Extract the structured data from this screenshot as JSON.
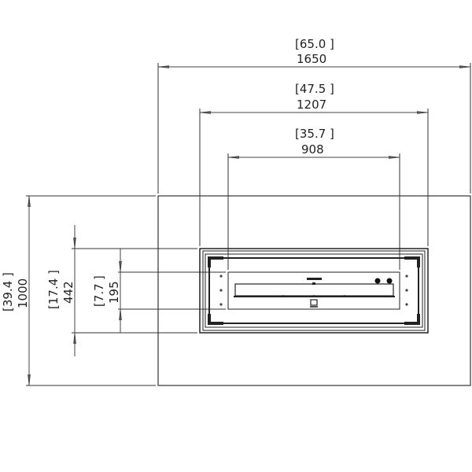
{
  "drawing": {
    "type": "technical-dimension-drawing",
    "view": "top",
    "units_primary": "mm",
    "units_secondary": "in",
    "line_color": "#333333",
    "background": "#ffffff"
  },
  "horizontal_dimensions": [
    {
      "id": "overall-width",
      "inches": "[65.0",
      "mm": "1650"
    },
    {
      "id": "burner-enclosure-width",
      "inches": "[47.5",
      "mm": "1207"
    },
    {
      "id": "burner-width",
      "inches": "[35.7",
      "mm": "908"
    }
  ],
  "vertical_dimensions": [
    {
      "id": "overall-depth",
      "inches": "[39.4",
      "mm": "1000"
    },
    {
      "id": "burner-enclosure-depth",
      "inches": "[17.4",
      "mm": "442"
    },
    {
      "id": "burner-depth",
      "inches": "[7.7",
      "mm": "195"
    }
  ]
}
